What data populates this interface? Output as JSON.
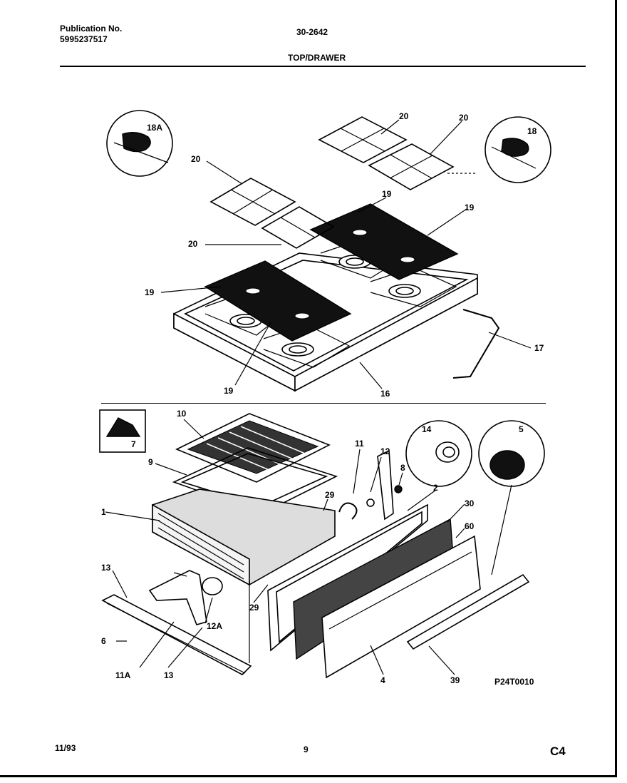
{
  "header": {
    "publication_label": "Publication No.",
    "publication_number": "5995237517",
    "model": "30-2642",
    "section_title": "TOP/DRAWER"
  },
  "footer": {
    "date": "11/93",
    "page_number": "9",
    "corner_code": "C4"
  },
  "diagram": {
    "code": "P24T0010",
    "callouts": {
      "c18A": "18A",
      "c18": "18",
      "c20a": "20",
      "c20b": "20",
      "c20c": "20",
      "c20d": "20",
      "c19a": "19",
      "c19b": "19",
      "c19c": "19",
      "c19d": "19",
      "c17": "17",
      "c16": "16",
      "c7": "7",
      "c10": "10",
      "c9": "9",
      "c1": "1",
      "c11": "11",
      "c12": "12",
      "c8": "8",
      "c14": "14",
      "c5": "5",
      "c2": "2",
      "c29a": "29",
      "c29b": "29",
      "c30": "30",
      "c60": "60",
      "c13a": "13",
      "c13b": "13",
      "c12A": "12A",
      "c6": "6",
      "c11A": "11A",
      "c4": "4",
      "c39": "39"
    }
  }
}
